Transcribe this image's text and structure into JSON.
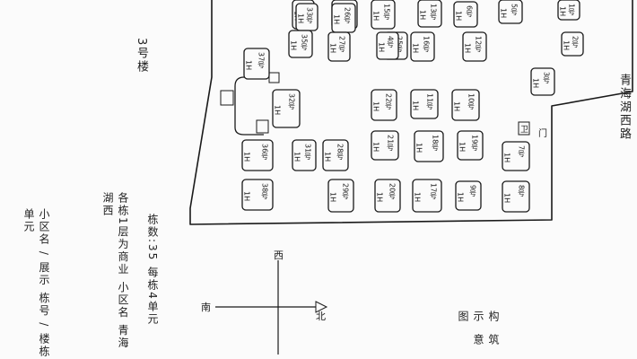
{
  "site": {
    "road_label": "青海湖西路",
    "gate_label": "门",
    "guard_label": "卫",
    "block_label": "3号楼",
    "compass": {
      "north": "北",
      "south": "南",
      "west": "西"
    },
    "plan_title": "构筑示意图",
    "notes": [
      "栋数:35  每栋4单元",
      "各栋1层为商业 小区名 青海湖西",
      "小区名 / 展示 栋号 / 楼栋单元"
    ],
    "unit_type": "1H",
    "colors": {
      "ink": "#1a1a1a",
      "paper": "#fbfbfb"
    }
  },
  "buildings": [
    {
      "label": "1号"
    },
    {
      "label": "2号"
    },
    {
      "label": "3号"
    },
    {
      "label": "5号"
    },
    {
      "label": "10号"
    },
    {
      "label": "12号"
    },
    {
      "label": "13号"
    },
    {
      "label": "15号"
    },
    {
      "label": "16号"
    },
    {
      "label": "18号"
    },
    {
      "label": "19号"
    },
    {
      "label": "11号"
    },
    {
      "label": "9号"
    },
    {
      "label": "8号"
    },
    {
      "label": "7号"
    },
    {
      "label": "20号"
    },
    {
      "label": "21号"
    },
    {
      "label": "22号"
    },
    {
      "label": "23号"
    },
    {
      "label": "25号"
    },
    {
      "label": "26号"
    },
    {
      "label": "27号"
    },
    {
      "label": "28号"
    },
    {
      "label": "30号"
    },
    {
      "label": "31号"
    },
    {
      "label": "32号"
    },
    {
      "label": "33号"
    },
    {
      "label": "35号"
    },
    {
      "label": "36号"
    },
    {
      "label": "37号"
    },
    {
      "label": "38号"
    },
    {
      "label": "17号"
    },
    {
      "label": "6号"
    },
    {
      "label": "29号"
    },
    {
      "label": "4号"
    }
  ]
}
